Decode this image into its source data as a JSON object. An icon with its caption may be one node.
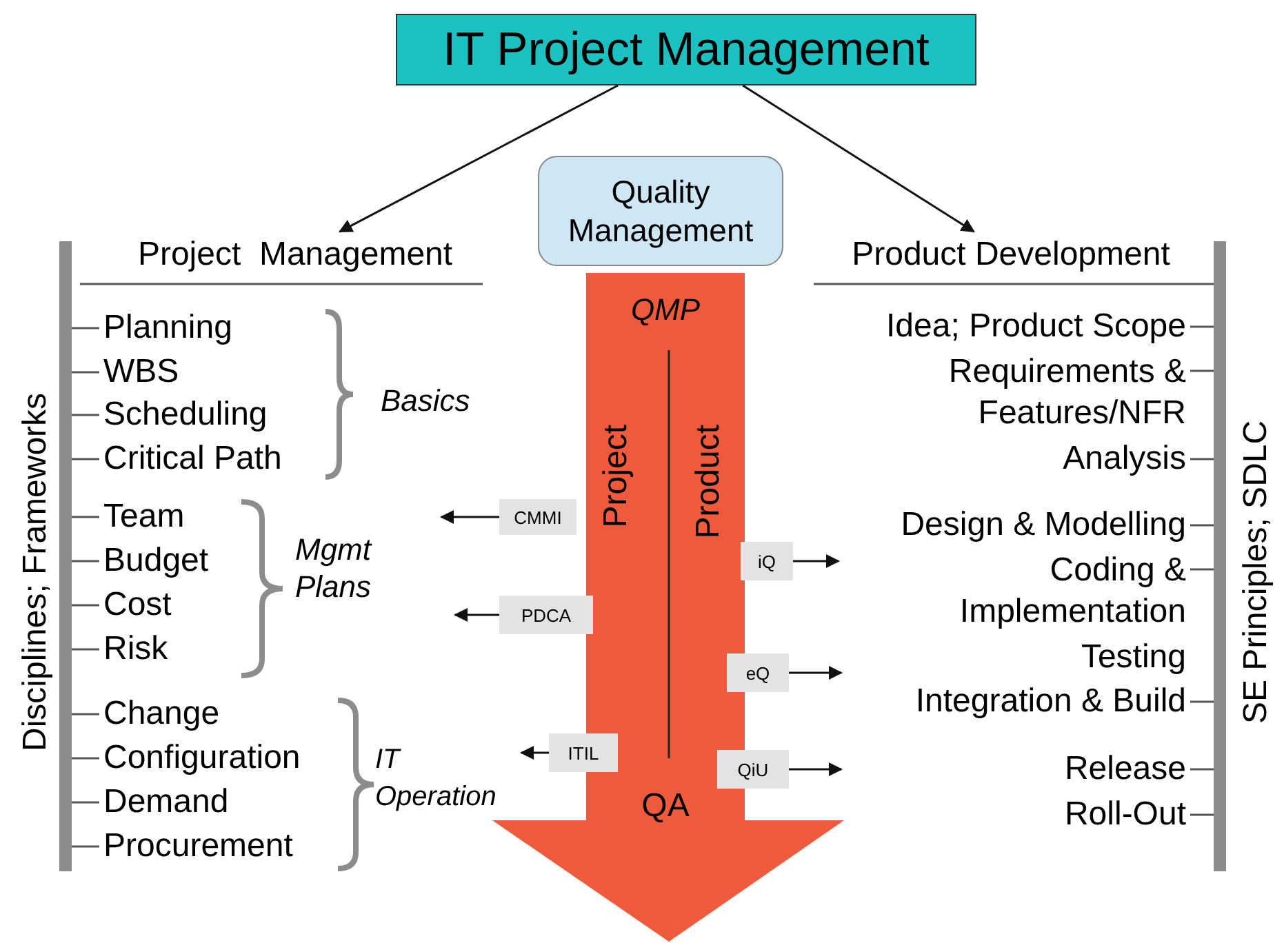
{
  "diagram": {
    "nodes": [
      {
        "text": [
          "IT Project Management"
        ]
      },
      {
        "text": [
          "Project  Management"
        ]
      },
      {
        "text": [
          "Quality Management"
        ]
      },
      {
        "text": [
          "Product Development"
        ]
      },
      {
        "text": [
          "QMP",
          "Project",
          "Product",
          "QA"
        ]
      },
      {
        "text": [
          "CMMI"
        ]
      },
      {
        "text": [
          "PDCA"
        ]
      },
      {
        "text": [
          "ITIL"
        ]
      },
      {
        "text": [
          "iQ"
        ]
      },
      {
        "text": [
          "eQ"
        ]
      },
      {
        "text": [
          "QiU"
        ]
      }
    ],
    "edges": [
      {
        "from": 0,
        "to": 1,
        "arrow": "to"
      },
      {
        "from": 0,
        "to": 3,
        "arrow": "to"
      },
      {
        "from": 5,
        "to": null,
        "arrow": "to"
      },
      {
        "from": 6,
        "to": null,
        "arrow": "to"
      },
      {
        "from": 7,
        "to": null,
        "arrow": "to"
      },
      {
        "from": 8,
        "to": null,
        "arrow": "to"
      },
      {
        "from": 9,
        "to": null,
        "arrow": "to"
      },
      {
        "from": 10,
        "to": null,
        "arrow": "to"
      }
    ],
    "labels": [
      "Disciplines; Frameworks",
      "Planning",
      "WBS",
      "Scheduling",
      "Critical Path",
      "Basics",
      "Team",
      "Budget",
      "Cost",
      "Risk",
      "Mgmt Plans",
      "Change",
      "Configuration",
      "Demand",
      "Procurement",
      "IT Operation",
      "Idea; Product Scope",
      "Requirements & Features/NFR",
      "Analysis",
      "Design & Modelling",
      "Coding & Implementation",
      "Testing",
      "Integration & Build",
      "Release",
      "Roll-Out",
      "SE Principles; SDLC"
    ]
  }
}
